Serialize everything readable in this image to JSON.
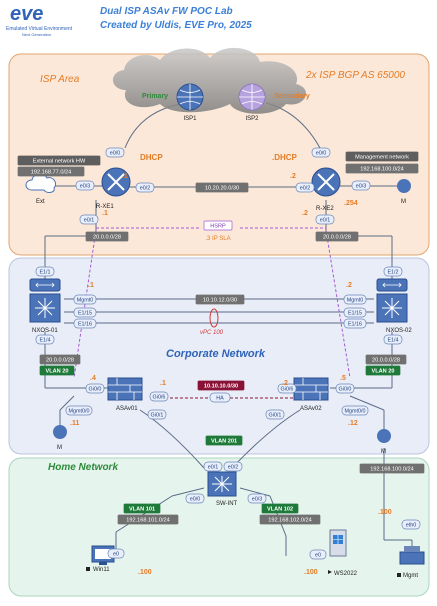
{
  "header": {
    "logo_text": "eve",
    "logo_sub1": "Emulated Virtual Environment",
    "logo_sub2": "Next Generation",
    "title": "Dual ISP ASAv FW POC Lab",
    "subtitle": "Created by Uldis, EVE Pro, 2025"
  },
  "zones": {
    "isp": {
      "title": "ISP Area",
      "note": "2x ISP BGP AS 65000"
    },
    "corp": {
      "title": "Corporate Network"
    },
    "home": {
      "title": "Home Network"
    }
  },
  "isp": {
    "isp1_label": "ISP1",
    "isp2_label": "ISP2",
    "primary_label": "Primary",
    "secondary_label": "Secondary"
  },
  "routers": {
    "rxe1": {
      "name": "R-XE1",
      "e00": "e0/0",
      "e02": "e0/2",
      "e03": "e0/3",
      "e01": "e0/1",
      "dhcp": "DHCP",
      "dot1": ".1",
      "dot1b": ".1"
    },
    "rxe2": {
      "name": "R-XE2",
      "e00": "e0/0",
      "e02": "e0/2",
      "e03": "e0/3",
      "e01": "e0/1",
      "dhcp": ".DHCP",
      "dot2": ".2",
      "dot254": ".254",
      "dot2b": ".2"
    }
  },
  "networks": {
    "ext_title": "External network HW",
    "ext_subnet": "192.168.77.0/24",
    "ext_node": "Ext",
    "mgmt_title": "Management network",
    "mgmt_subnet": "192.168.100.0/24",
    "m_label": "M",
    "r_link": "10.20.20.0/30",
    "left_28": "20.0.0.0/28",
    "right_28": "20.0.0.0/28"
  },
  "hsrp": {
    "label": "HSRP",
    "sla": ".3 IP SLA"
  },
  "nxos": {
    "n1": {
      "name": "NXOS-01",
      "e11": "E1/1",
      "mgmt": "Mgmt0",
      "e115": "E1/15",
      "e116": "E1/16",
      "e14": "E1/4",
      "dot": ".1"
    },
    "n2": {
      "name": "NXOS-02",
      "e12": "E1/2",
      "mgmt": "Mgmt0",
      "e115": "E1/15",
      "e116": "E1/16",
      "e14": "E1/4",
      "dot": ".2"
    },
    "link": "10.10.12.0/30",
    "vpc": "vPC 100",
    "sub_left": "20.0.0.0/28",
    "sub_right": "20.0.0.0/28",
    "vlan_left": "VLAN 20",
    "vlan_right": "VLAN 20"
  },
  "asa": {
    "a1": {
      "name": "ASAv01",
      "g00": "Gi0/0",
      "g06": "Gi0/6",
      "g01": "Gi0/1",
      "mgmt": "Mgmt0/0",
      "dot4": ".4",
      "dot11": ".11",
      "dot1": ".1"
    },
    "a2": {
      "name": "ASAv02",
      "g00": "Gi0/0",
      "g06": "Gi0/6",
      "g01": "Gi0/1",
      "mgmt": "Mgmt0/0",
      "dot5": ".5",
      "dot12": ".12",
      "dot2": ".2"
    },
    "ha_subnet": "10.10.10.0/30",
    "ha_label": "HA",
    "vlan201": "VLAN 201",
    "m_label": "M"
  },
  "home": {
    "sw_name": "SW-INT",
    "sw_e01": "e0/1",
    "sw_e02": "e0/2",
    "sw_e00": "e0/0",
    "sw_e03": "e0/3",
    "vlan101": "VLAN 101",
    "subnet101": "192.168.101.0/24",
    "vlan102": "VLAN 102",
    "subnet102": "192.168.102.0/24",
    "win_name": "Win11",
    "win_e0": "e0",
    "win_dot": ".100",
    "ws_name": "WS2022",
    "ws_e0": "e0",
    "ws_dot": ".100",
    "mgmt_subnet": "192.168.100.0/24",
    "mgmt_eth": "eth0",
    "mgmt_dot": ".100",
    "mgmt_name": "Mgmt"
  },
  "colors": {
    "isp_zone_fill": "#fce8d8",
    "isp_zone_stroke": "#e2a46e",
    "corp_zone_fill": "#e9edf7",
    "home_zone_fill": "#e6f4ee",
    "title_orange": "#e47c26",
    "title_blue": "#2f63b8",
    "title_green": "#2e8b3a",
    "subnet_fill": "#6e6e6e",
    "vlan_fill": "#1f7a3a",
    "ha_fill": "#8b1236",
    "router_blue": "#4a73b8",
    "port_stroke": "#6b86b8"
  }
}
